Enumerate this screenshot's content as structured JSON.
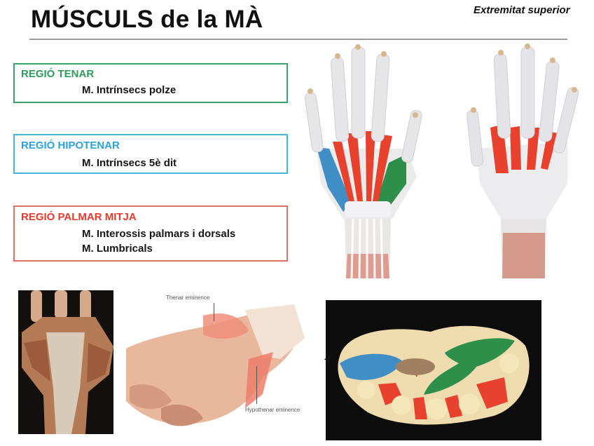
{
  "header": {
    "title": "MÚSCULS de la MÀ",
    "subtitle": "Extremitat superior"
  },
  "regions": [
    {
      "heading": "REGIÓ TENAR",
      "items": [
        "M. Intrínsecs polze"
      ],
      "color": "#2f9a5c"
    },
    {
      "heading": "REGIÓ HIPOTENAR",
      "items": [
        "M. Intrínsecs 5è dit"
      ],
      "color": "#2aa1db"
    },
    {
      "heading": "REGIÓ PALMAR MITJA",
      "items": [
        "M. Interossis palmars i dorsals",
        "M. Lumbricals"
      ],
      "color": "#e53a2b"
    }
  ],
  "figures": {
    "hand_palmar_colored": {
      "description": "Palmar view of hand muscles with hypothenar (blue), thenar (green), central (red) regions"
    },
    "hand_interossei": {
      "description": "Palmar view showing interossei muscles in red"
    },
    "cadaver_palm": {
      "description": "Dissection photo of palm"
    },
    "hand_illustration": {
      "labels": {
        "thenar": "Thenar eminence",
        "hypothenar": "Hypothenar eminence"
      }
    },
    "cross_section": {
      "description": "Cross-section of hand with blue, green, red colored muscle groups"
    }
  },
  "colors": {
    "thenar": "#2f9a5c",
    "hypothenar": "#2aa1db",
    "palmar": "#e53a2b",
    "muscle_red": "#e8412e",
    "muscle_blue": "#3f8fc6",
    "muscle_green": "#2e8f4a"
  }
}
